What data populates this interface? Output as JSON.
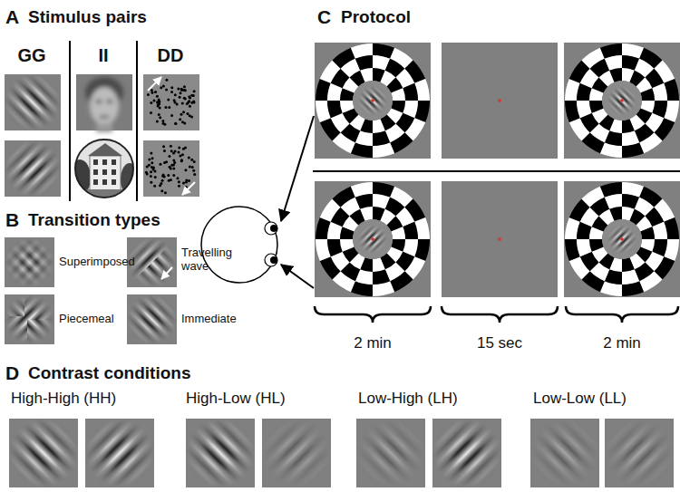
{
  "diagram": {
    "labels": [
      "A",
      "Stimulus pairs",
      "GG",
      "II",
      "DD",
      "B",
      "Transition types",
      "Superimposed",
      "Travelling wave",
      "Piecemeal",
      "Immediate",
      "C",
      "Protocol",
      "2 min",
      "15 sec",
      "2 min",
      "D",
      "Contrast conditions",
      "High-High (HH)",
      "High-Low (HL)",
      "Low-High (LH)",
      "Low-Low (LL)"
    ]
  }
}
